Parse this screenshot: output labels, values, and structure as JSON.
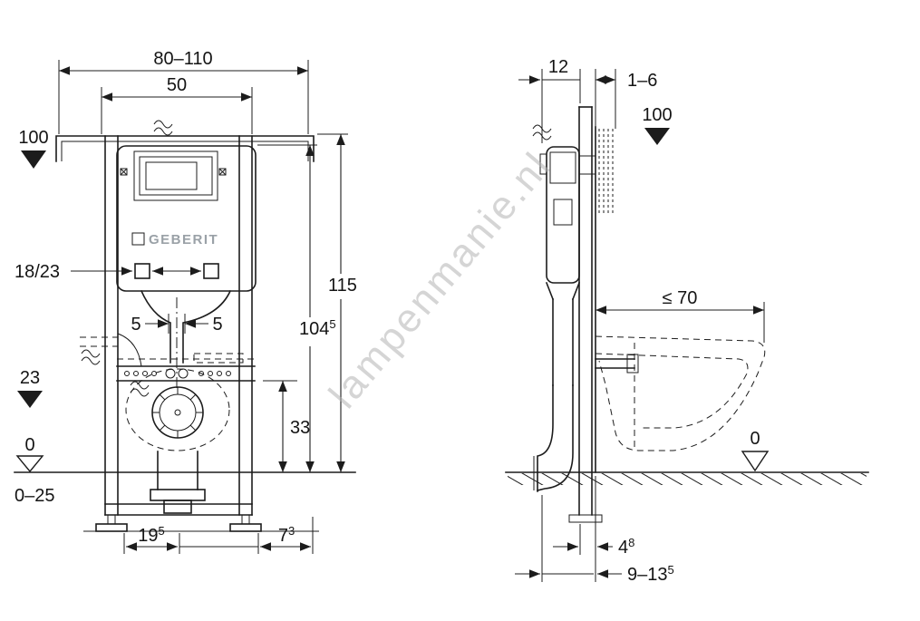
{
  "watermark": "lampenmanie.nl",
  "brand": "GEBERIT",
  "front_view": {
    "width_range": "80–110",
    "width_inner": "50",
    "level_top": "100",
    "inlet_pair": "18/23",
    "adjust_left": "5",
    "adjust_right": "5",
    "height_total": "115",
    "height_frame": {
      "main": "104",
      "sup": "5"
    },
    "level_inlet": "23",
    "level_floor": "0",
    "leg_range": "0–25",
    "outlet_height": "33",
    "dim_bottom_left": {
      "main": "19",
      "sup": "5"
    },
    "dim_bottom_right": {
      "main": "7",
      "sup": "3"
    }
  },
  "side_view": {
    "frame_depth": "12",
    "finish_range": "1–6",
    "level_plate": "100",
    "depth_max": "≤ 70",
    "level_floor": "0",
    "dim_front_gap": {
      "main": "4",
      "sup": "8"
    },
    "dim_outlet": {
      "main": "9–13",
      "sup": "5"
    }
  }
}
